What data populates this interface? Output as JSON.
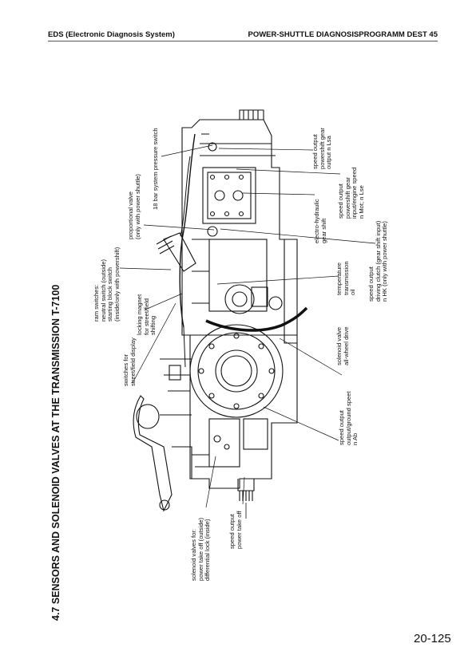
{
  "header": {
    "left": "EDS (Electronic Diagnosis System)",
    "right": "POWER-SHUTTLE DIAGNOSISPROGRAMM DEST 45"
  },
  "section_title": "4.7  SENSORS AND SOLENOID VALVES AT THE TRANSMISSION T-7100",
  "page_number": "20-125",
  "labels": {
    "pressure_switch": "18 bar system pressure switch",
    "proportional_valve": "proportional valve\n(only with power shuttle)",
    "ram_switches": "ram switches:\nneutral switch (outside)\nstarting block switch\n(inside/only with powershift)",
    "locking_magnet": "locking magnet\nfor street/field\nshifting",
    "street_field": "switches for\nstreet/field display",
    "solenoid_pto": "solenoid valves for:\npower take off (outside)\ndifferential lock (inside)",
    "speed_pto": "speed output\npower take off",
    "speed_lsa": "speed output\npowershift gear\noutput n Lsa",
    "speed_lse": "speed output\npowershift gear\ninput/engine speed\nn Mot; n Lse",
    "electro_hydraulic": "electro-hydraulic\ngear shift",
    "driving_clutch": "speed output\ndriving clutch (gear shift input)\nn HK (only with power shuttle)",
    "temperature": "temperature\ntransmission\noil",
    "solenoid_awd": "solenoid valve\nall-wheel drive",
    "speed_ground": "speed output\noutput/ground speet\nn Ab"
  }
}
